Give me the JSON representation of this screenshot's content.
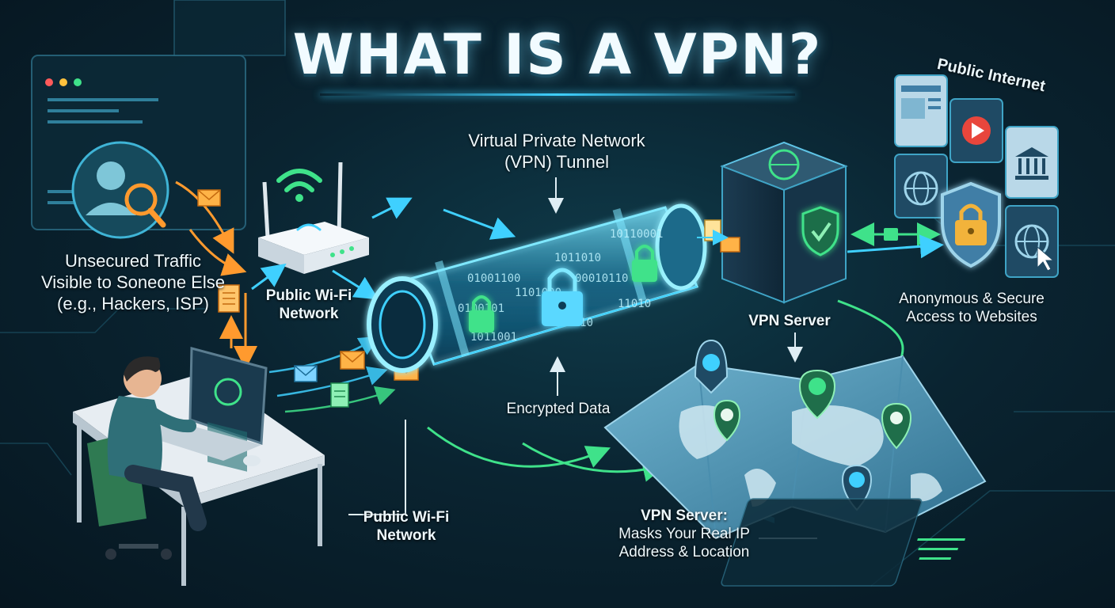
{
  "title": "WHAT IS A VPN?",
  "labels": {
    "unsecured_traffic": [
      "Unsecured Traffic",
      "Visible to Soneone Else",
      "(e.g., Hackers, ISP)"
    ],
    "public_wifi_router": [
      "Public Wi-Fi",
      "Network"
    ],
    "vpn_tunnel": [
      "Virtual Private Network",
      "(VPN) Tunnel"
    ],
    "encrypted_data": "Encrypted Data",
    "public_wifi_bottom": [
      "Public Wi-Fi",
      "Network"
    ],
    "vpn_server": "VPN Server",
    "public_internet": "Public Internet",
    "anonymous_access": [
      "Anonymous & Secure",
      "Access to Websites"
    ],
    "vpn_server_masks": [
      "VPN Server:",
      "Masks Your Real IP",
      "Address & Location"
    ]
  },
  "tunnel_binary": [
    "01001100",
    "1011010",
    "10110001",
    "0100101",
    "1101000",
    "00010110",
    "1011001",
    "0010110",
    "11010"
  ],
  "colors": {
    "accent_cyan": "#3fd0ff",
    "secure_green": "#3fe28a",
    "unsecure_orange": "#ff9a2e",
    "lock_gold": "#f2b33a"
  },
  "icons": [
    "user-magnifier-icon",
    "envelope-icon",
    "document-icon",
    "wifi-icon",
    "padlock-icon",
    "shield-check-icon",
    "globe-icon",
    "play-icon",
    "bank-icon",
    "map-pin-icon",
    "cursor-icon"
  ]
}
